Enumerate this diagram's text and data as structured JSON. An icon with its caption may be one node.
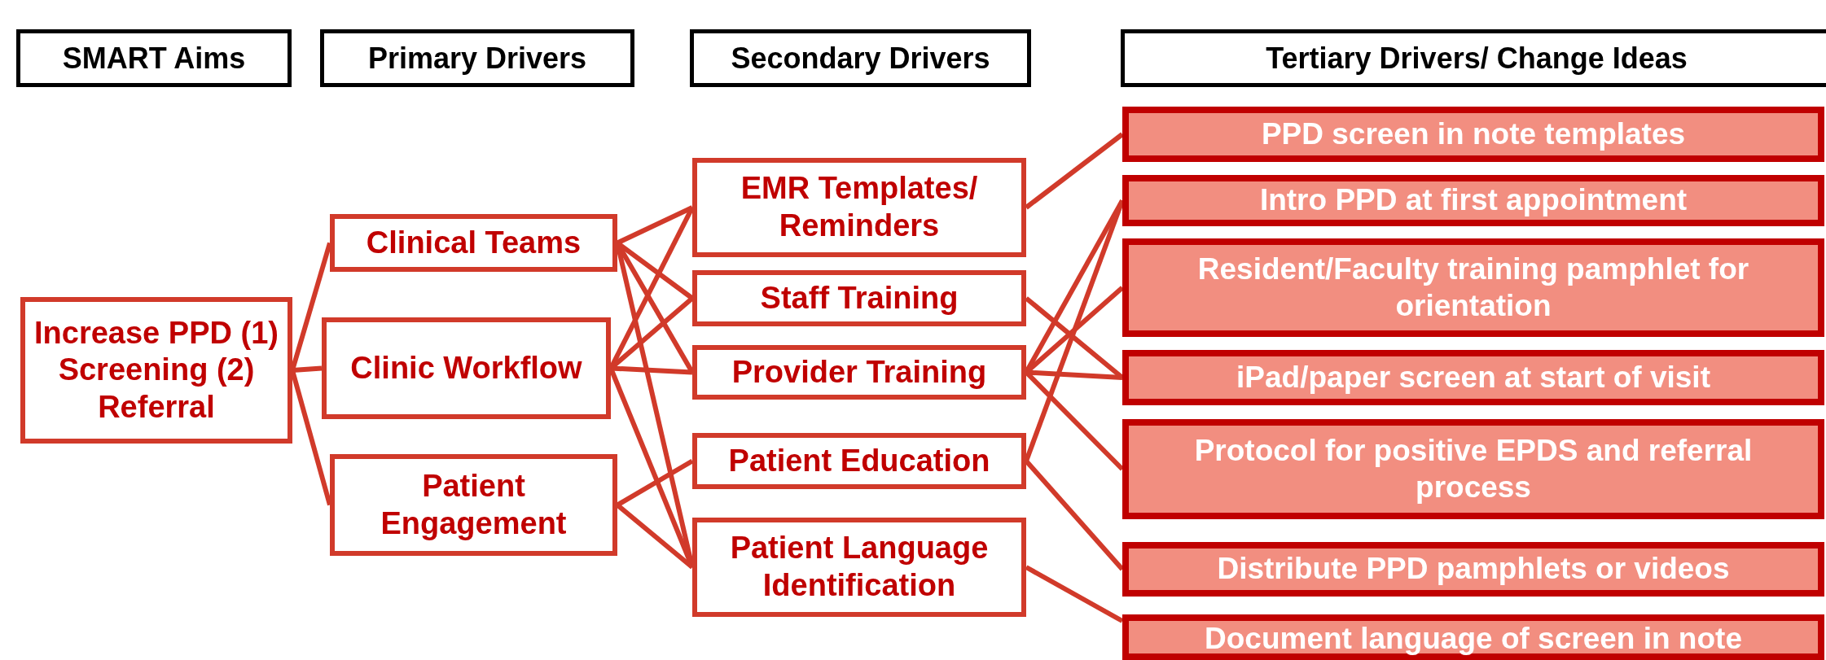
{
  "diagram": {
    "nodes": [
      {
        "text": [
          "SMART Aims"
        ]
      },
      {
        "text": [
          "Primary Drivers"
        ]
      },
      {
        "text": [
          "Secondary Drivers"
        ]
      },
      {
        "text": [
          "Tertiary Drivers/ Change Ideas"
        ]
      },
      {
        "text": [
          "Increase PPD (1) Screening (2) Referral"
        ]
      },
      {
        "text": [
          "Clinical Teams"
        ]
      },
      {
        "text": [
          "Clinic Workflow"
        ]
      },
      {
        "text": [
          "Patient Engagement"
        ]
      },
      {
        "text": [
          "EMR Templates/ Reminders"
        ]
      },
      {
        "text": [
          "Staff Training"
        ]
      },
      {
        "text": [
          "Provider Training"
        ]
      },
      {
        "text": [
          "Patient Education"
        ]
      },
      {
        "text": [
          "Patient Language Identification"
        ]
      },
      {
        "text": [
          "PPD screen in note templates"
        ]
      },
      {
        "text": [
          "Intro PPD at first appointment"
        ]
      },
      {
        "text": [
          "Resident/Faculty training pamphlet for orientation"
        ]
      },
      {
        "text": [
          "iPad/paper screen at start of visit"
        ]
      },
      {
        "text": [
          "Protocol for positive EPDS and referral process"
        ]
      },
      {
        "text": [
          "Distribute PPD pamphlets or videos"
        ]
      },
      {
        "text": [
          "Document language of screen in note"
        ]
      }
    ],
    "edges": [
      {
        "from": 4,
        "to": 5,
        "arrow": "none"
      },
      {
        "from": 4,
        "to": 6,
        "arrow": "none"
      },
      {
        "from": 4,
        "to": 7,
        "arrow": "none"
      },
      {
        "from": 5,
        "to": 8,
        "arrow": "none"
      },
      {
        "from": 5,
        "to": 9,
        "arrow": "none"
      },
      {
        "from": 5,
        "to": 10,
        "arrow": "none"
      },
      {
        "from": 5,
        "to": 12,
        "arrow": "none"
      },
      {
        "from": 6,
        "to": 8,
        "arrow": "none"
      },
      {
        "from": 6,
        "to": 9,
        "arrow": "none"
      },
      {
        "from": 6,
        "to": 10,
        "arrow": "none"
      },
      {
        "from": 6,
        "to": 12,
        "arrow": "none"
      },
      {
        "from": 7,
        "to": 11,
        "arrow": "none"
      },
      {
        "from": 7,
        "to": 12,
        "arrow": "none"
      },
      {
        "from": 8,
        "to": 13,
        "arrow": "none"
      },
      {
        "from": 9,
        "to": 16,
        "arrow": "none"
      },
      {
        "from": 10,
        "to": 14,
        "arrow": "none"
      },
      {
        "from": 10,
        "to": 15,
        "arrow": "none"
      },
      {
        "from": 10,
        "to": 16,
        "arrow": "none"
      },
      {
        "from": 10,
        "to": 17,
        "arrow": "none"
      },
      {
        "from": 11,
        "to": 14,
        "arrow": "none"
      },
      {
        "from": 11,
        "to": 18,
        "arrow": "none"
      },
      {
        "from": 12,
        "to": 19,
        "arrow": "none"
      }
    ]
  }
}
